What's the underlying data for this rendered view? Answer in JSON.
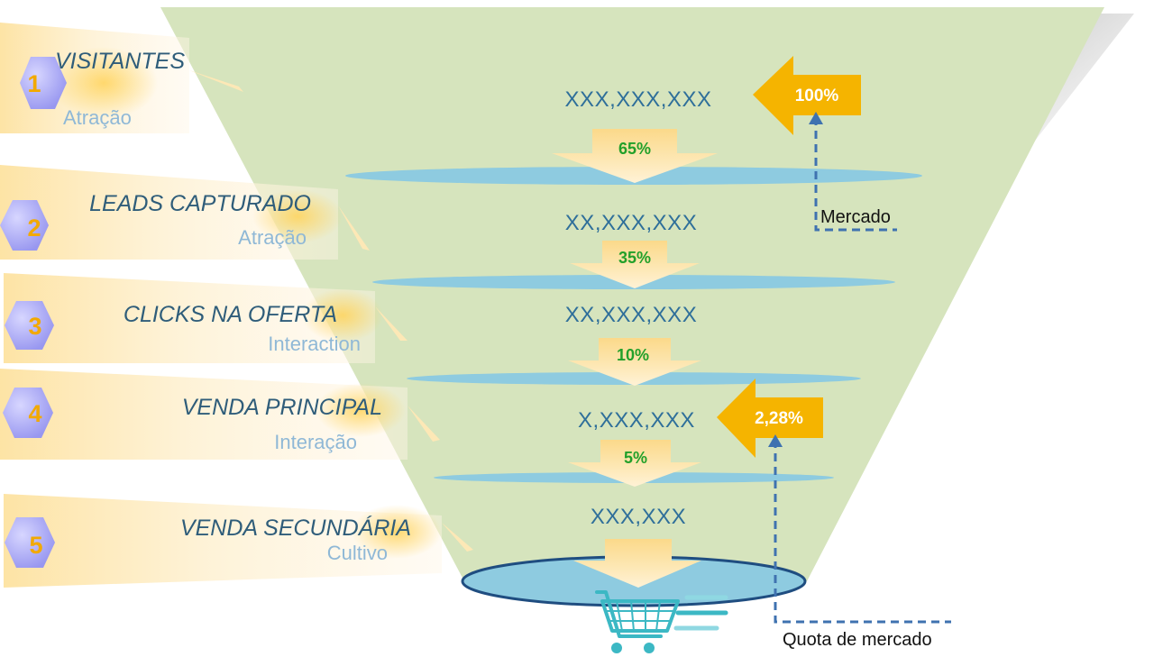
{
  "stages": [
    {
      "number": "1",
      "title": "VISITANTES",
      "subtitle": "Atração",
      "count": "XXX,XXX,XXX",
      "rate": "65%"
    },
    {
      "number": "2",
      "title": "LEADS CAPTURADO",
      "subtitle": "Atração",
      "count": "XX,XXX,XXX",
      "rate": "35%"
    },
    {
      "number": "3",
      "title": "CLICKS NA OFERTA",
      "subtitle": "Interaction",
      "count": "XX,XXX,XXX",
      "rate": "10%"
    },
    {
      "number": "4",
      "title": "VENDA PRINCIPAL",
      "subtitle": "Interação",
      "count": "X,XXX,XXX",
      "rate": "5%"
    },
    {
      "number": "5",
      "title": "VENDA SECUNDÁRIA",
      "subtitle": "Cultivo",
      "count": "XXX,XXX",
      "rate": ""
    }
  ],
  "market": {
    "share": "100%",
    "label": "Mercado"
  },
  "market_share": {
    "share": "2,28%",
    "label": "Quota de mercado"
  },
  "icons": {
    "cart": "shopping-cart-icon"
  },
  "colors": {
    "funnel": "#d6e4bd",
    "band": "#8ecbe0",
    "accent": "#f5b400",
    "count_text": "#2f6f9a",
    "rate_text": "#22a02a",
    "number_badge": "#a9a8f5",
    "cart": "#3cb8c4"
  }
}
